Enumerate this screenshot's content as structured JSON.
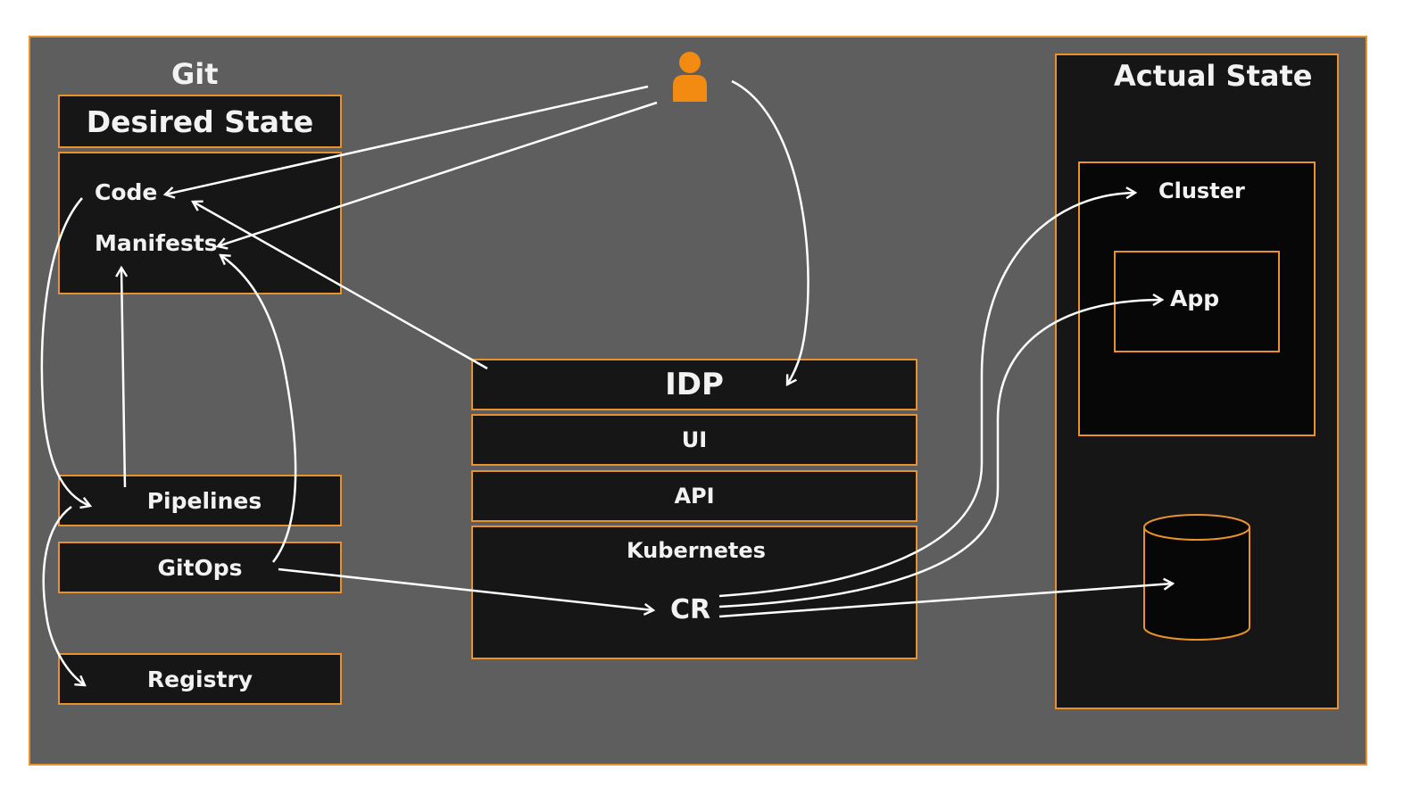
{
  "git": {
    "title": "Git",
    "desired_state": "Desired State",
    "code": "Code",
    "manifests": "Manifests",
    "pipelines": "Pipelines",
    "gitops": "GitOps",
    "registry": "Registry"
  },
  "user": {
    "icon": "person-icon",
    "color": "#f38a12"
  },
  "idp": {
    "title": "IDP",
    "ui": "UI",
    "api": "API",
    "kubernetes": "Kubernetes",
    "cr": "CR"
  },
  "actual": {
    "title": "Actual State",
    "cluster": "Cluster",
    "app": "App",
    "db": "DB"
  },
  "colors": {
    "background": "#5e5e5e",
    "box": "#161616",
    "border": "#e8912d",
    "text": "#f2f2f2",
    "arrow": "#ffffff"
  }
}
